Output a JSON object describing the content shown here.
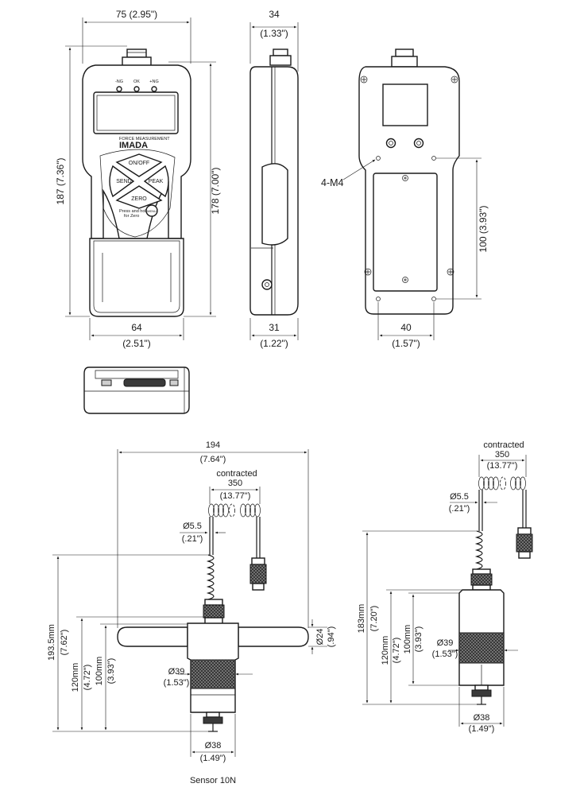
{
  "gauge": {
    "indicators": [
      "-NG",
      "OK",
      "+NG"
    ],
    "faceplate_small": "FORCE MEASUREMENT",
    "brand": "IMADA",
    "keys": {
      "onoff": "ON/OFF",
      "send": "SEND",
      "peak": "PEAK",
      "zero": "ZERO"
    },
    "hold_note": [
      "Press and hold",
      "for Zero"
    ],
    "mode_button": "MENU"
  },
  "front_dims": {
    "width_top": "75 (2.95\")",
    "width_bottom_mm": "64",
    "width_bottom_in": "(2.51\")",
    "height_total": "187 (7.36\")",
    "height_body": "178 (7.00\")"
  },
  "side_dims": {
    "depth_top_mm": "34",
    "depth_top_in": "(1.33\")",
    "depth_bottom_mm": "31",
    "depth_bottom_in": "(1.22\")"
  },
  "back_dims": {
    "thread_label": "4-M4",
    "hole_pitch_v": "100 (3.93\")",
    "hole_pitch_h_mm": "40",
    "hole_pitch_h_in": "(1.57\")"
  },
  "sensor_t_handle": {
    "overall_width_mm": "194",
    "overall_width_in": "(7.64\")",
    "cable_state": "contracted",
    "cable_length_mm": "350",
    "cable_length_in": "(13.77\")",
    "cable_dia_mm": "Ø5.5",
    "cable_dia_in": "(.21\")",
    "height_total_mm": "193.5mm",
    "height_total_in": "(7.62\")",
    "height_120_mm": "120mm",
    "height_120_in": "(4.72\")",
    "height_100_mm": "100mm",
    "height_100_in": "(3.93\")",
    "handle_dia_mm": "Ø24",
    "handle_dia_in": "(.94\")",
    "body_dia_mm": "Ø39",
    "body_dia_in": "(1.53\")",
    "base_dia_mm": "Ø38",
    "base_dia_in": "(1.49\")",
    "caption": "Sensor 10N"
  },
  "sensor_plain": {
    "cable_state": "contracted",
    "cable_length_mm": "350",
    "cable_length_in": "(13.77\")",
    "cable_dia_mm": "Ø5.5",
    "cable_dia_in": "(.21\")",
    "height_total_mm": "183mm",
    "height_total_in": "(7.20\")",
    "height_120_mm": "120mm",
    "height_120_in": "(4.72\")",
    "height_100_mm": "100mm",
    "height_100_in": "(3.93\")",
    "body_dia_mm": "Ø39",
    "body_dia_in": "(1.53\")",
    "base_dia_mm": "Ø38",
    "base_dia_in": "(1.49\")"
  }
}
